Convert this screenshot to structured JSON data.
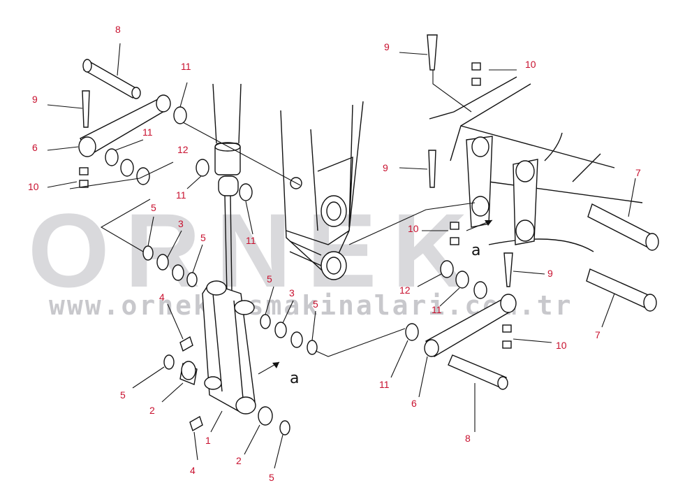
{
  "watermark": {
    "brand": "ORNEK",
    "url": "www.orneksismakinalari.com.tr"
  },
  "view_marks": [
    "a",
    "a"
  ],
  "callouts": [
    {
      "id": "c8-top",
      "label": "8"
    },
    {
      "id": "c9-topleft",
      "label": "9"
    },
    {
      "id": "c11-top",
      "label": "11"
    },
    {
      "id": "c11-b",
      "label": "11"
    },
    {
      "id": "c12-left",
      "label": "12"
    },
    {
      "id": "c6-left",
      "label": "6"
    },
    {
      "id": "c10-left",
      "label": "10"
    },
    {
      "id": "c11-c",
      "label": "11"
    },
    {
      "id": "c11-d",
      "label": "11"
    },
    {
      "id": "c5-a",
      "label": "5"
    },
    {
      "id": "c3-left",
      "label": "3"
    },
    {
      "id": "c5-b",
      "label": "5"
    },
    {
      "id": "c4-top",
      "label": "4"
    },
    {
      "id": "c5-c",
      "label": "5"
    },
    {
      "id": "c3-mid",
      "label": "3"
    },
    {
      "id": "c5-d",
      "label": "5"
    },
    {
      "id": "c5-e",
      "label": "5"
    },
    {
      "id": "c2-left",
      "label": "2"
    },
    {
      "id": "c1",
      "label": "1"
    },
    {
      "id": "c4-bottom",
      "label": "4"
    },
    {
      "id": "c2-right",
      "label": "2"
    },
    {
      "id": "c5-f",
      "label": "5"
    },
    {
      "id": "c11-e",
      "label": "11"
    },
    {
      "id": "c6-right",
      "label": "6"
    },
    {
      "id": "c8-bottom",
      "label": "8"
    },
    {
      "id": "c9-topright",
      "label": "9"
    },
    {
      "id": "c10-topright",
      "label": "10"
    },
    {
      "id": "c9-right",
      "label": "9"
    },
    {
      "id": "c10-mid",
      "label": "10"
    },
    {
      "id": "c7-top",
      "label": "7"
    },
    {
      "id": "c9-lowright",
      "label": "9"
    },
    {
      "id": "c12-right",
      "label": "12"
    },
    {
      "id": "c11-f",
      "label": "11"
    },
    {
      "id": "c10-lowright",
      "label": "10"
    },
    {
      "id": "c7-bottom",
      "label": "7"
    }
  ]
}
